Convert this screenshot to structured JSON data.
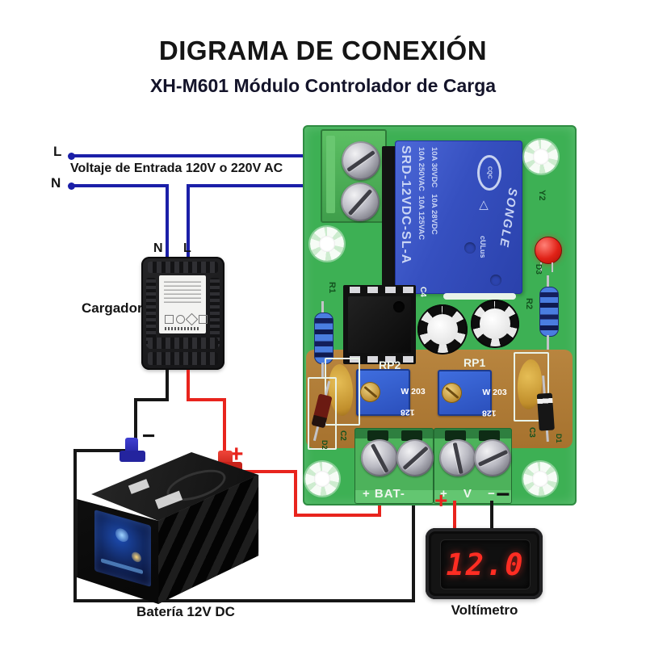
{
  "header": {
    "title": "DIGRAMA DE CONEXIÓN",
    "subtitle": "XH-M601 Módulo Controlador de Carga"
  },
  "ac_input": {
    "line_label": "L",
    "neutral_label": "N",
    "caption": "Voltaje de Entrada 120V o 220V AC"
  },
  "charger": {
    "label": "Cargador",
    "neutral_terminal": "N",
    "line_terminal": "L"
  },
  "battery": {
    "label": "Batería 12V DC",
    "minus": "−",
    "plus": "+"
  },
  "voltmeter": {
    "label": "Voltímetro",
    "reading": "12.0",
    "plus": "+",
    "minus": "−"
  },
  "pcb": {
    "relay": {
      "model": "SRD-12VDC-SL-A",
      "ratings_row1": "10A 250VAC  10A 125VAC",
      "ratings_row2": "10A 30VDC   10A 28VDC",
      "brand": "SONGLE",
      "cert_logo": "CQC",
      "cert_ul": "cULus",
      "cert_triangle": "△"
    },
    "silkscreen": {
      "bat_terminals": "+ BAT-",
      "load_terminals": "+ V −",
      "rp1": "RP1",
      "rp2": "RP2",
      "r1": "R1",
      "r2": "R2",
      "d1": "D1",
      "d2": "D2",
      "d3": "D3",
      "c2": "C2",
      "c3": "C3",
      "c4": "C4",
      "y2": "Y2"
    },
    "trimmers": {
      "marking_top": "W 203",
      "marking_bottom": "128"
    }
  },
  "colors": {
    "wire_blue": "#1b1fa8",
    "wire_red": "#e8241d",
    "wire_black": "#161616",
    "pcb_green": "#3db054",
    "relay_blue": "#3a55c8",
    "led_red": "#e01c12",
    "display_red": "#ff2d23"
  }
}
